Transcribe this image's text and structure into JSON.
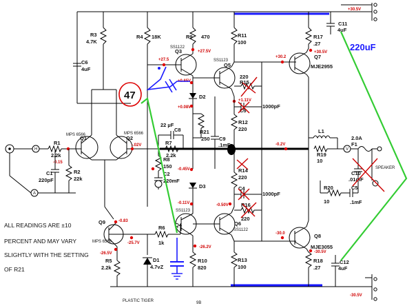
{
  "rails": {
    "pos": "+30.5V",
    "neg": "-30.5V"
  },
  "parts": {
    "r1": [
      "R1",
      "2.2k"
    ],
    "r2": [
      "R2",
      "22k"
    ],
    "r3": [
      "R3",
      "4.7K"
    ],
    "r4": [
      "R4",
      "18K"
    ],
    "r5": [
      "R5",
      "2.2k"
    ],
    "r6": [
      "R6",
      "1k"
    ],
    "r7": [
      "R7",
      "2.2k"
    ],
    "r8": [
      "R8",
      "150"
    ],
    "r9": [
      "R9",
      "470"
    ],
    "r10": [
      "R10",
      "820"
    ],
    "r11": [
      "R11",
      "100"
    ],
    "r12": [
      "R12",
      "220"
    ],
    "r13": [
      "R13",
      "100"
    ],
    "r14": [
      "R14",
      "220"
    ],
    "r15": [
      "R15",
      "220"
    ],
    "r16": [
      "R16",
      "220"
    ],
    "r17": [
      "R17",
      ".27"
    ],
    "r18": [
      "R18",
      ".27"
    ],
    "r19": [
      "R19",
      "10"
    ],
    "r20": [
      "R20",
      "10"
    ],
    "r21": [
      "R21",
      "250"
    ],
    "c1": [
      "C1",
      "220pF"
    ],
    "c2": [
      "C2",
      "220mF"
    ],
    "c3": [
      "C3",
      "1000pF"
    ],
    "c4": [
      "C4",
      "1000pF"
    ],
    "c5": [
      "C5",
      ".1mF"
    ],
    "c6": [
      "C6",
      "4uF"
    ],
    "c8": [
      "C8",
      "22 µF"
    ],
    "c9": [
      "C9",
      ".1mF"
    ],
    "c10": [
      "C10",
      ".01mF"
    ],
    "c11": [
      "C11",
      "4uF"
    ],
    "c12": [
      "C12",
      "4uF"
    ],
    "q1": [
      "Q1",
      "MPS 6566"
    ],
    "q2": [
      "Q2",
      "MPS 6566"
    ],
    "q3": [
      "Q3",
      "SS1122"
    ],
    "q4": [
      "Q4",
      "SS1123"
    ],
    "q5": [
      "Q5",
      "SS1123"
    ],
    "q6": [
      "Q6",
      "SS1122"
    ],
    "q7": [
      "Q7",
      "MJE2955"
    ],
    "q8": [
      "Q8",
      "MJE3055"
    ],
    "q9": [
      "Q9",
      "MPS 6566"
    ],
    "d1": [
      "D1",
      "4.7vZ"
    ],
    "d2": [
      "D2"
    ],
    "d3": [
      "D3"
    ],
    "l1": [
      "L1"
    ],
    "f1": [
      "F1",
      "2.0A"
    ]
  },
  "nodes": {
    "in": "H",
    "gnd": "A",
    "out": "V",
    "spk": "SPEAKER"
  },
  "readings": {
    "q1b": "-0.15",
    "q2b": "-.02V",
    "q3b": "+27.5",
    "q3e": "+27.5V",
    "q3c": "+0.65V",
    "d2": "+0.08V",
    "r12": "+1.11V",
    "q7b": "+30.2",
    "q7e": "+30.5V",
    "out": "-0.2V",
    "d3a": "-0.45V",
    "d3k": "-0.11V",
    "q6": "-0.50V",
    "q9c": "-0.83",
    "q9e": "-26.5V",
    "q4b": "-25.7V",
    "q4e": "-26.2V",
    "q8b": "-30.0",
    "q8e": "-30.5V"
  },
  "notes": {
    "lines": [
      "ALL READINGS ARE ±10",
      "PERCENT AND MAY VARY",
      "SLIGHTLY WITH THE SETTING",
      "OF R21"
    ],
    "footer": "PLASTIC TIGER",
    "page": "9B"
  },
  "annotations": {
    "circled": "47",
    "cap_note": "220uF"
  }
}
